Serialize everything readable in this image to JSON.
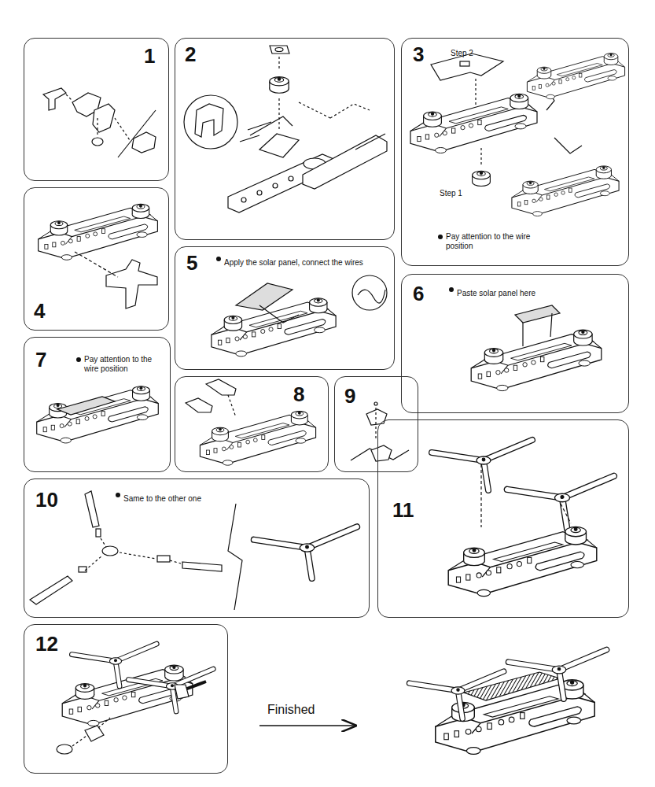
{
  "diagram": {
    "nodes": [
      {
        "text": [
          "1"
        ]
      },
      {
        "text": [
          "2"
        ]
      },
      {
        "text": [
          "3",
          "Step 2",
          "Step 1",
          "Pay attention to the wire position"
        ]
      },
      {
        "text": [
          "4"
        ]
      },
      {
        "text": [
          "5",
          "Apply the solar panel, connect the wires"
        ]
      },
      {
        "text": [
          "6",
          "Paste solar panel here"
        ]
      },
      {
        "text": [
          "7",
          "Pay attention to the wire position"
        ]
      },
      {
        "text": [
          "8"
        ]
      },
      {
        "text": [
          "9"
        ]
      },
      {
        "text": [
          "10",
          "Same to the other one"
        ]
      },
      {
        "text": [
          "11"
        ]
      },
      {
        "text": [
          "12"
        ]
      }
    ],
    "labels": [
      "Finished"
    ]
  }
}
